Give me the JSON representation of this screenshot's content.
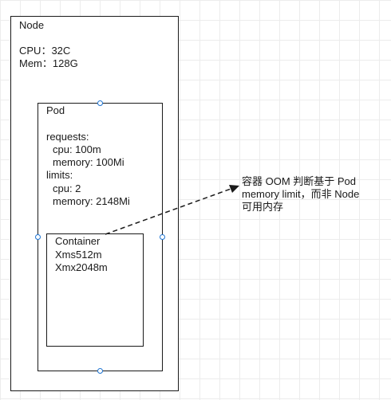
{
  "node": {
    "title": "Node",
    "cpu": "CPU：32C",
    "mem": "Mem：128G"
  },
  "pod": {
    "title": "Pod",
    "requests_label": "requests:",
    "requests_cpu": "cpu: 100m",
    "requests_memory": "memory: 100Mi",
    "limits_label": "limits:",
    "limits_cpu": "cpu: 2",
    "limits_memory": "memory: 2148Mi"
  },
  "container": {
    "title": "Container",
    "xms": "Xms512m",
    "xmx": "Xmx2048m"
  },
  "annotation": {
    "line1": "容器 OOM 判断基于 Pod",
    "line2": "memory limit，而非 Node",
    "line3": "可用内存"
  },
  "colors": {
    "border": "#1a1a1a",
    "handle": "#1e74d2",
    "grid": "#ececec"
  }
}
